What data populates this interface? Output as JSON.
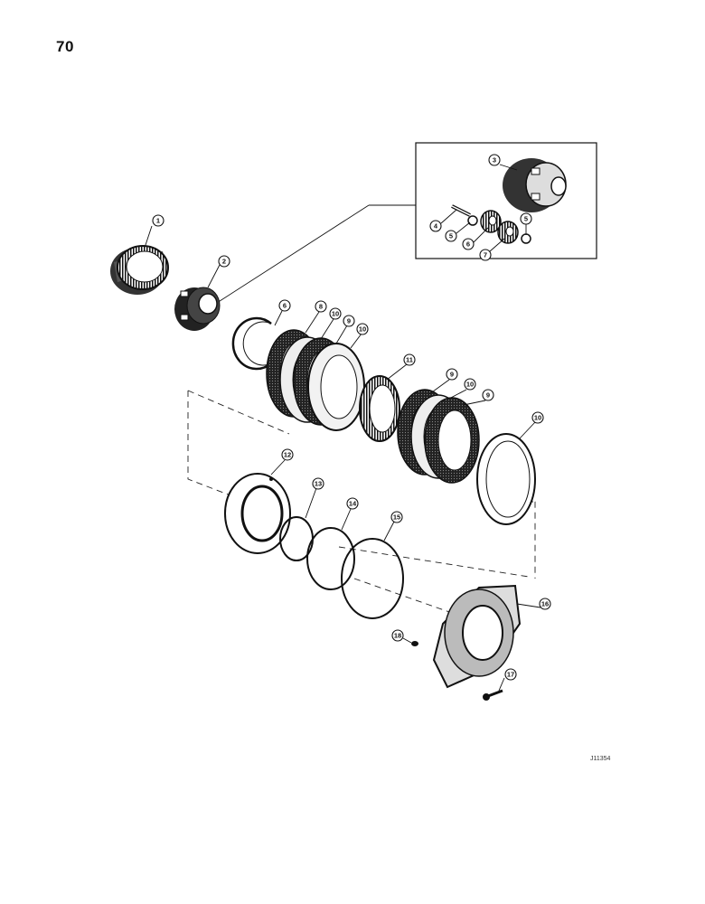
{
  "page": {
    "number": "70",
    "figure_code": "J11354"
  },
  "callouts": [
    "1",
    "2",
    "3",
    "4",
    "5",
    "6",
    "7",
    "8",
    "9",
    "10",
    "11",
    "12",
    "13",
    "14",
    "15",
    "16",
    "17",
    "18"
  ],
  "colors": {
    "ink": "#111111",
    "paper": "#ffffff",
    "part_dark": "#1f1f1f",
    "part_mid": "#777777"
  }
}
